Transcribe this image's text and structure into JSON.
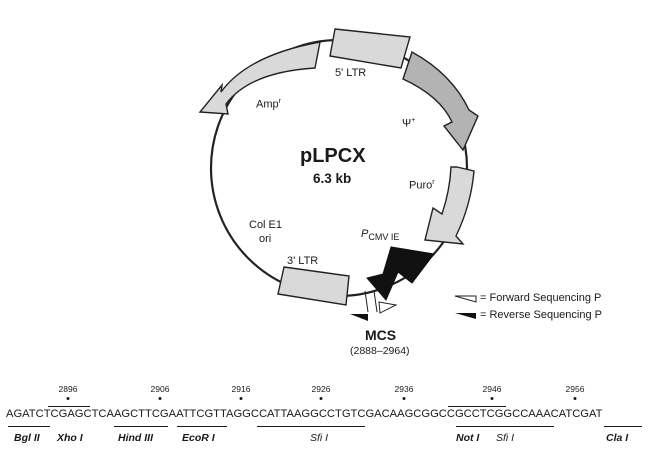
{
  "plasmid": {
    "name": "pLPCX",
    "size": "6.3 kb",
    "mcs_label": "MCS",
    "mcs_range": "(2888–2964)"
  },
  "features": {
    "ltr5": "5' LTR",
    "psi_main": "Ψ",
    "psi_sup": "+",
    "puro_main": "Puro",
    "puro_sup": "r",
    "pcmv_p": "P",
    "pcmv_sub": "CMV IE",
    "ltr3": "3' LTR",
    "col_line1": "Col E1",
    "col_line2": "ori",
    "amp_main": "Amp",
    "amp_sup": "r"
  },
  "legend": {
    "forward": "= Forward Sequencing P",
    "reverse": "= Reverse Sequencing P"
  },
  "sequence": {
    "text": "AGATCTCGAGCTCAAGCTTCGAATTCGTTAGGCCATTAAGGCCTGTCGACAAGCGGCCGCCTCGGCCAAACATCGAT",
    "positions": [
      "2896",
      "2906",
      "2916",
      "2926",
      "2936",
      "2946",
      "2956"
    ],
    "enzymes": {
      "bgl": "Bgl II",
      "xho": "Xho I",
      "hind": "Hind III",
      "eco": "EcoR I",
      "sfi1": "Sfi I",
      "not": "Not I",
      "sfi2": "Sfi I",
      "cla": "Cla I"
    }
  },
  "colors": {
    "light_segment": "#d9d9d9",
    "mid_segment": "#b3b3b3",
    "dark_segment": "#111111",
    "outline": "#222222"
  }
}
